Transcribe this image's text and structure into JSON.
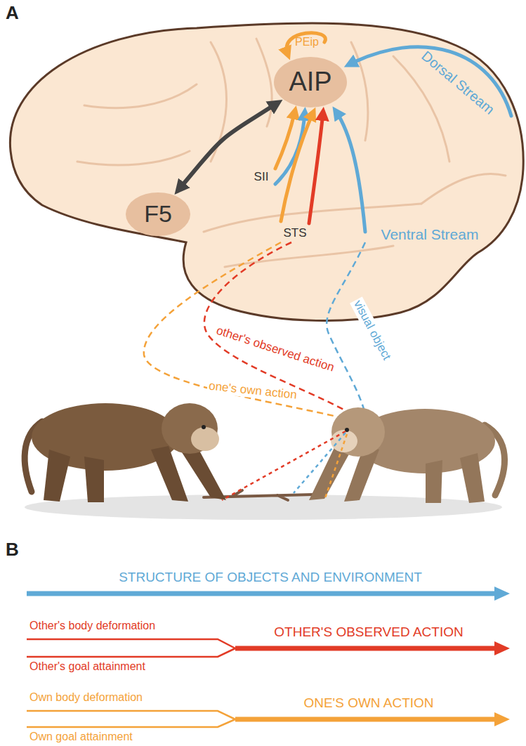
{
  "diagram": {
    "nodes": [
      {
        "text": [
          "F5"
        ]
      },
      {
        "text": [
          "AIP"
        ]
      }
    ],
    "edges": [
      {
        "from": 0,
        "to": 1,
        "arrow": "both"
      }
    ],
    "labels": [
      "A",
      "PEip",
      "Dorsal Stream",
      "SII",
      "STS",
      "Ventral Stream",
      "other's observed action",
      "visual object",
      "one's own action",
      "B",
      "STRUCTURE OF OBJECTS AND ENVIRONMENT",
      "Other's body deformation",
      "Other's goal attainment",
      "OTHER'S OBSERVED ACTION",
      "Own body deformation",
      "Own goal attainment",
      "ONE'S OWN ACTION"
    ]
  }
}
